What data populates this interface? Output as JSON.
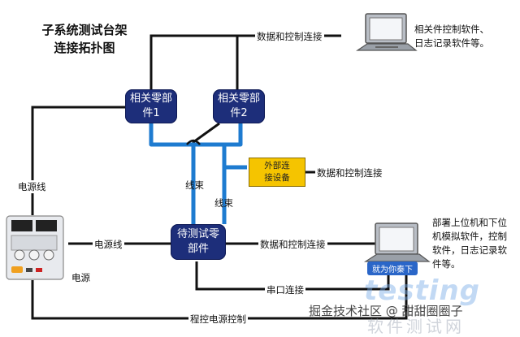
{
  "title": {
    "line1": "子系统测试台架",
    "line2": "连接拓扑图"
  },
  "nodes": {
    "part1": [
      "相关零部",
      "件1"
    ],
    "part2": [
      "相关零部",
      "件2"
    ],
    "dut": [
      "待测试零",
      "部件"
    ],
    "ext": [
      "外部连",
      "接设备"
    ]
  },
  "labels": {
    "data_ctrl_top": "数据和控制连接",
    "data_ctrl_ext": "数据和控制连接",
    "data_ctrl_mid": "数据和控制连接",
    "harness_a": "线束",
    "harness_b": "线束",
    "power_line_left": "电源线",
    "power_line_mid": "电源线",
    "power": "电源",
    "serial": "串口连接",
    "prog_power": "程控电源控制"
  },
  "notes": {
    "top": [
      "相关件控制软件、",
      "日志记录软件等。"
    ],
    "bottom": [
      "部署上位机和下位",
      "机模拟软件，控制",
      "软件，日志记录软",
      "件等。"
    ]
  },
  "watermarks": {
    "credit": "掘金技术社区 @ 甜甜圈圈子",
    "badge": "就为你秦下",
    "brand": "testing",
    "brand_cn": "软件测试网"
  },
  "colors": {
    "node": "#1d2e7a",
    "harness": "#1e7bd0",
    "ext": "#f5c400",
    "wire": "#111111"
  }
}
